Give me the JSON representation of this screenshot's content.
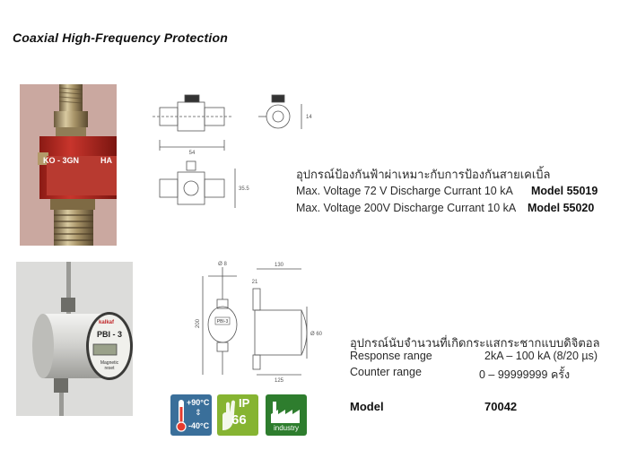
{
  "page": {
    "title": "Coaxial High-Frequency Protection"
  },
  "product1": {
    "label_text": [
      "KO - 3GN",
      "HA"
    ],
    "drawing_dims": [
      "54",
      "14",
      "35.5"
    ],
    "description_thai": "อุปกรณ์ป้องกันฟ้าผ่าเหมาะกับการป้องกันสายเคเบิ้ล",
    "spec1": "Max. Voltage  72 V Discharge Currant 10 kA",
    "model1": "Model 55019",
    "spec2": "Max. Voltage 200V Discharge Currant 10 kA",
    "model2": "Model 55020"
  },
  "product2": {
    "device_brand": "kalkaf",
    "device_name": "PBI - 3",
    "device_caption": "Magnetic reset",
    "drawing_dims": [
      "Ø 8",
      "130",
      "21",
      "Ø 60",
      "200",
      "125",
      "PBI-3"
    ],
    "description_thai": "อุปกรณ์นับจำนวนที่เกิดกระแสกระชากแบบดิจิตอล",
    "response_label": "Response range",
    "response_value": "2kA – 100 kA (8/20 µs)",
    "counter_label": "Counter range",
    "counter_value": "0 – 99999999 ครั้ง",
    "model_label": "Model",
    "model_value": "70042"
  },
  "badges": {
    "temp_high": "+90°C",
    "temp_low": "-40°C",
    "ip_label": "IP",
    "ip_value": "66",
    "industry_label": "industry"
  },
  "colors": {
    "temp_badge": "#3a6f9a",
    "ip_badge": "#86b432",
    "industry_badge": "#2e7d2e"
  }
}
